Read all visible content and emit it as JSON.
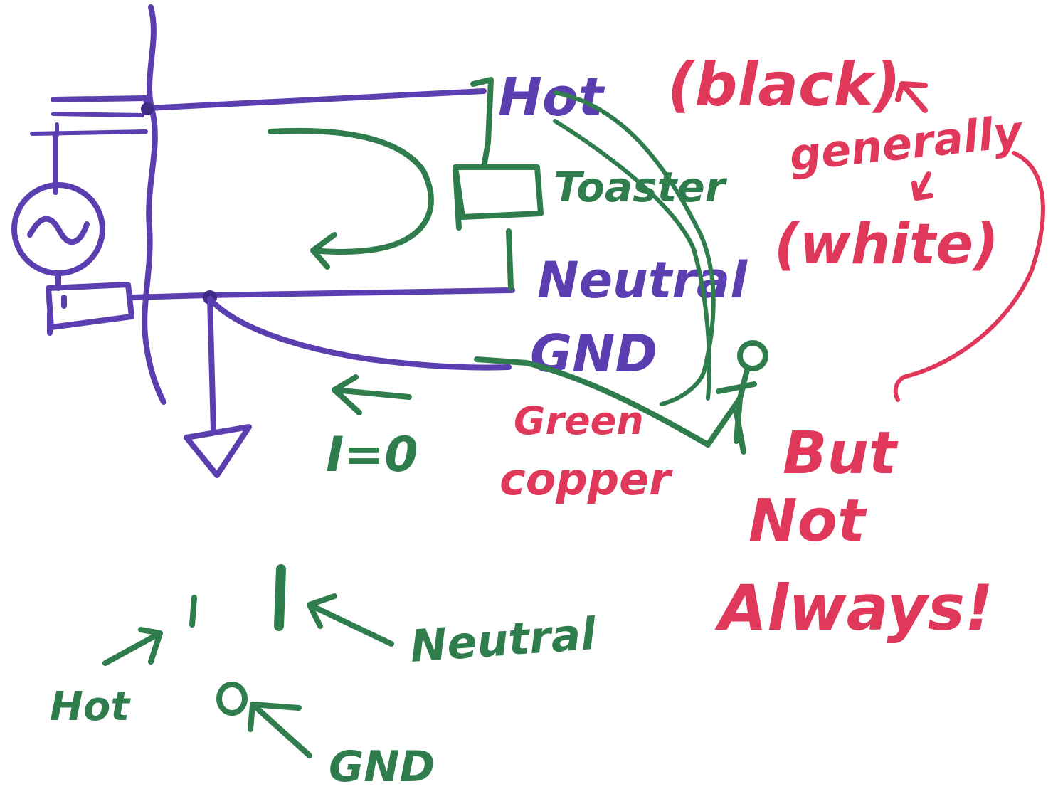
{
  "colors": {
    "blue_ink": "#5b3fb0",
    "green_ink": "#2f7d4d",
    "red_ink": "#e0385a",
    "background": "#ffffff"
  },
  "labels": {
    "hot": "Hot",
    "toaster": "Toaster",
    "neutral": "Neutral",
    "gnd": "GND",
    "black": "(black)",
    "generally": "generally",
    "white": "(white)",
    "green": "Green",
    "copper": "copper",
    "current": "I=0",
    "but": "But",
    "not": "Not",
    "always": "Always!"
  },
  "outlet_labels": {
    "hot": "Hot",
    "neutral": "Neutral",
    "gnd": "GND"
  }
}
